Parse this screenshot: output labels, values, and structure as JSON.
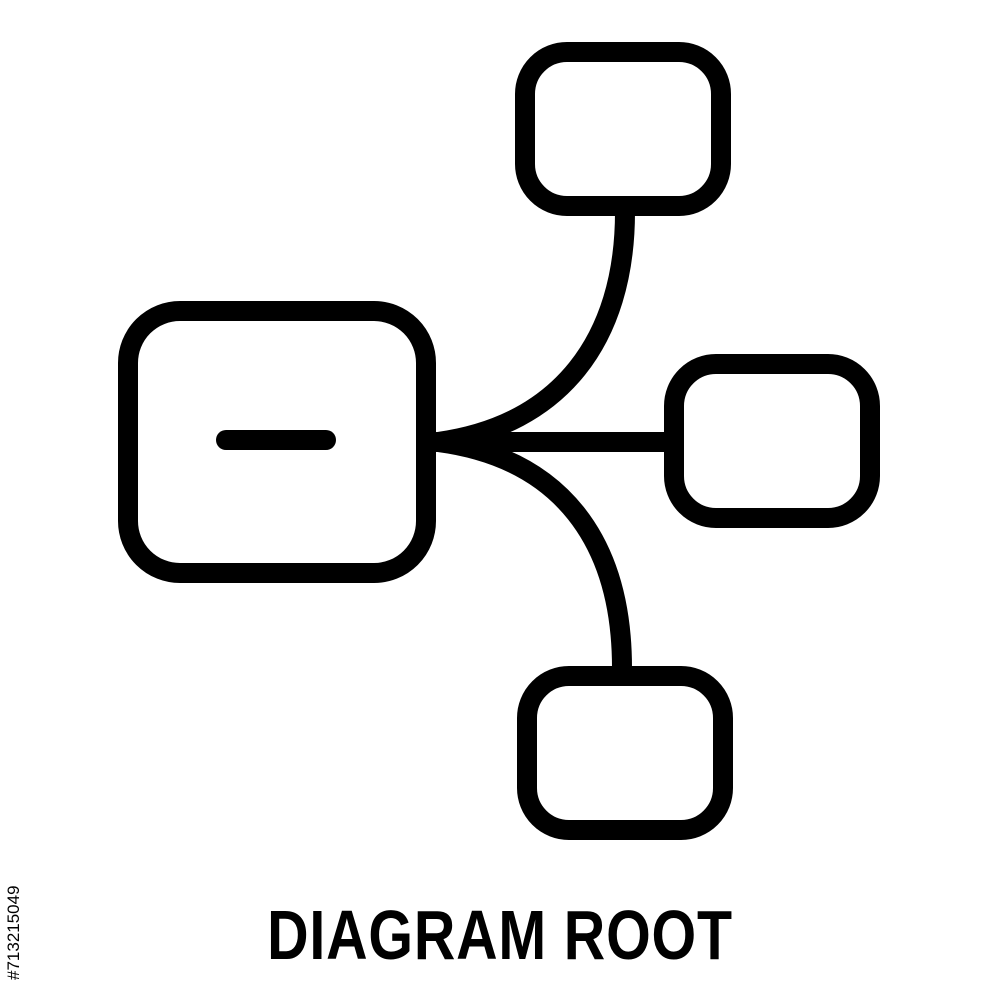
{
  "caption": "DIAGRAM ROOT",
  "stock_id": "#713215049",
  "icon": {
    "name": "diagram-root-icon",
    "stroke_color": "#000000",
    "background_color": "#ffffff",
    "nodes": [
      "root-node",
      "child-node-top",
      "child-node-right",
      "child-node-bottom"
    ]
  }
}
